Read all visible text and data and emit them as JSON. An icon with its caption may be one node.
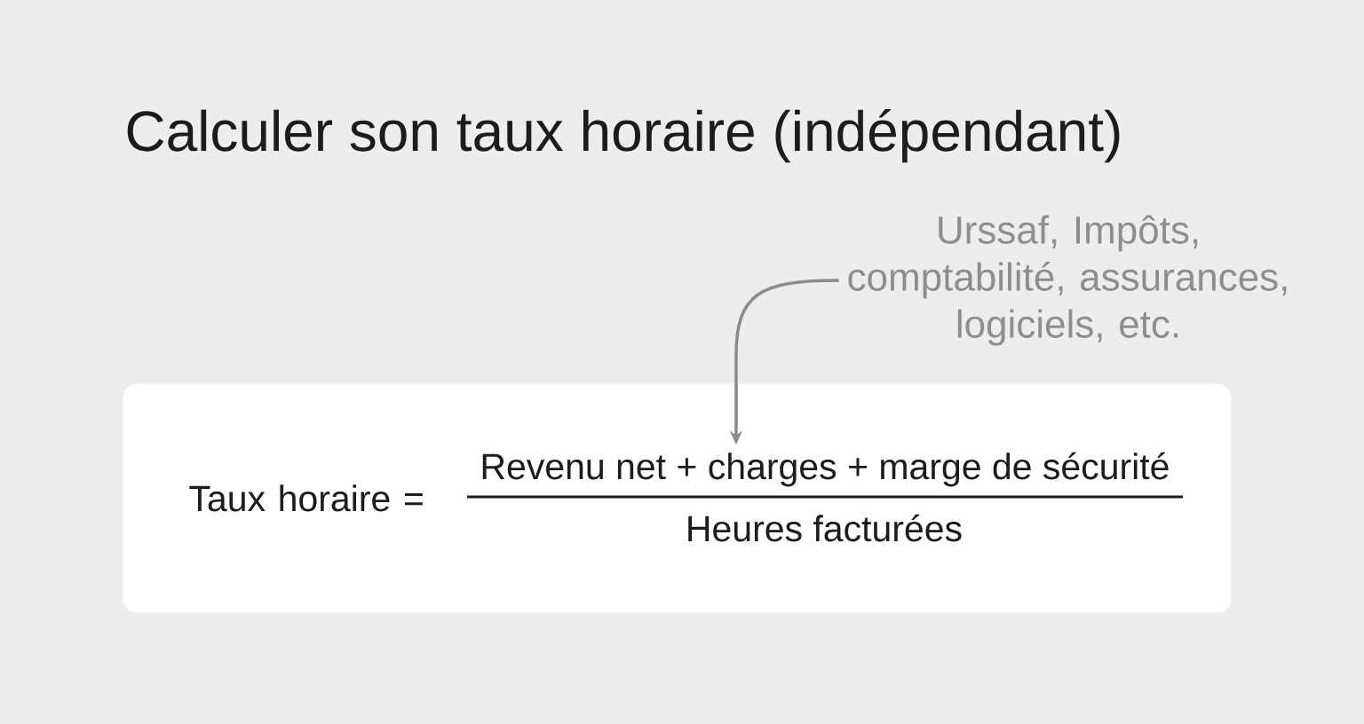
{
  "diagram": {
    "title": "Calculer son taux horaire (indépendant)",
    "nodes": [
      {
        "text": [
          "Urssaf, Impôts, comptabilité, assurances, logiciels, etc."
        ]
      },
      {
        "text": [
          "Taux horaire ="
        ]
      },
      {
        "text": [
          "Revenu net + charges + marge de sécurité"
        ],
        "in": 1
      },
      {
        "text": [
          "Heures facturées"
        ],
        "in": 1
      }
    ],
    "edges": [
      {
        "from": 0,
        "to": 2,
        "arrow": "to"
      }
    ]
  }
}
